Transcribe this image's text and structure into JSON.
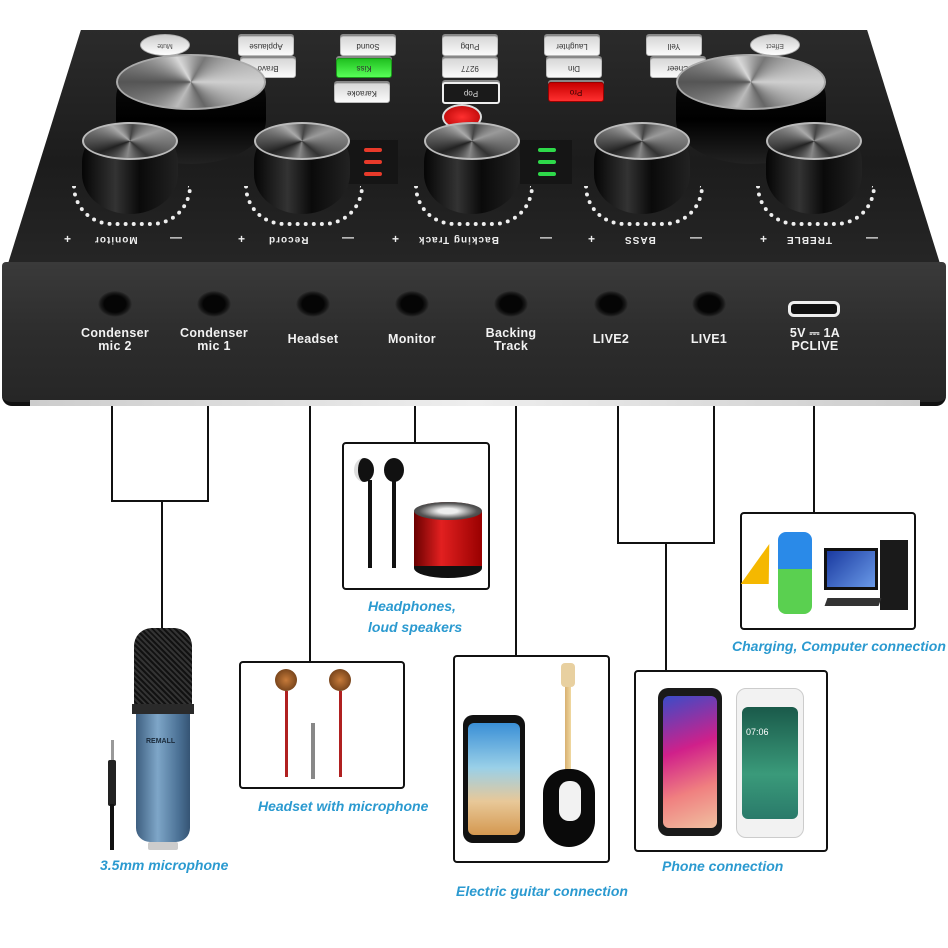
{
  "device": {
    "top_buttons": [
      {
        "label": "Mute",
        "style": "round"
      },
      {
        "label": "Applause",
        "style": "white"
      },
      {
        "label": "Kiss",
        "style": "green"
      },
      {
        "label": "Karaoke",
        "style": "white"
      },
      {
        "label": "9277",
        "style": "white"
      },
      {
        "label": "Pop",
        "style": "dark"
      },
      {
        "label": "Pubg",
        "style": "white"
      },
      {
        "label": "Laughter",
        "style": "white"
      },
      {
        "label": "Din",
        "style": "white"
      },
      {
        "label": "Pro",
        "style": "red"
      },
      {
        "label": "Yell",
        "style": "white"
      },
      {
        "label": "Cheer",
        "style": "white"
      },
      {
        "label": "Bravo",
        "style": "white"
      },
      {
        "label": "Sound",
        "style": "white"
      },
      {
        "label": "Effect",
        "style": "round"
      }
    ],
    "knobs": [
      {
        "label": "Monitor",
        "plus": "+",
        "minus": "—"
      },
      {
        "label": "Record",
        "plus": "+",
        "minus": "—"
      },
      {
        "label": "Backing Track",
        "plus": "+",
        "minus": "—"
      },
      {
        "label": "BASS",
        "plus": "+",
        "minus": "—"
      },
      {
        "label": "TREBLE",
        "plus": "+",
        "minus": "—"
      }
    ],
    "led_colors": {
      "left": "#e83a2a",
      "right": "#2ed94a"
    },
    "ports": [
      {
        "label_line1": "Condenser",
        "label_line2": "mic 2",
        "type": "jack"
      },
      {
        "label_line1": "Condenser",
        "label_line2": "mic 1",
        "type": "jack"
      },
      {
        "label_line1": "Headset",
        "label_line2": "",
        "type": "jack"
      },
      {
        "label_line1": "Monitor",
        "label_line2": "",
        "type": "jack"
      },
      {
        "label_line1": "Backing",
        "label_line2": "Track",
        "type": "jack"
      },
      {
        "label_line1": "LIVE2",
        "label_line2": "",
        "type": "jack"
      },
      {
        "label_line1": "LIVE1",
        "label_line2": "",
        "type": "jack"
      },
      {
        "label_line1": "5V ⎓ 1A",
        "label_line2": "PCLIVE",
        "type": "usb"
      }
    ]
  },
  "connections": [
    {
      "id": "microphone",
      "caption": "3.5mm microphone",
      "brand_text": "REMALL"
    },
    {
      "id": "headset",
      "caption": "Headset with microphone"
    },
    {
      "id": "headphones",
      "caption_line1": "Headphones,",
      "caption_line2": "loud speakers"
    },
    {
      "id": "guitar",
      "caption": "Electric guitar connection"
    },
    {
      "id": "phone",
      "caption": "Phone connection",
      "phone_time": "07:06"
    },
    {
      "id": "charging",
      "caption": "Charging, Computer connection"
    }
  ],
  "colors": {
    "caption": "#2b9ad0",
    "device_body": "#2d2d2d",
    "line": "#111111"
  }
}
